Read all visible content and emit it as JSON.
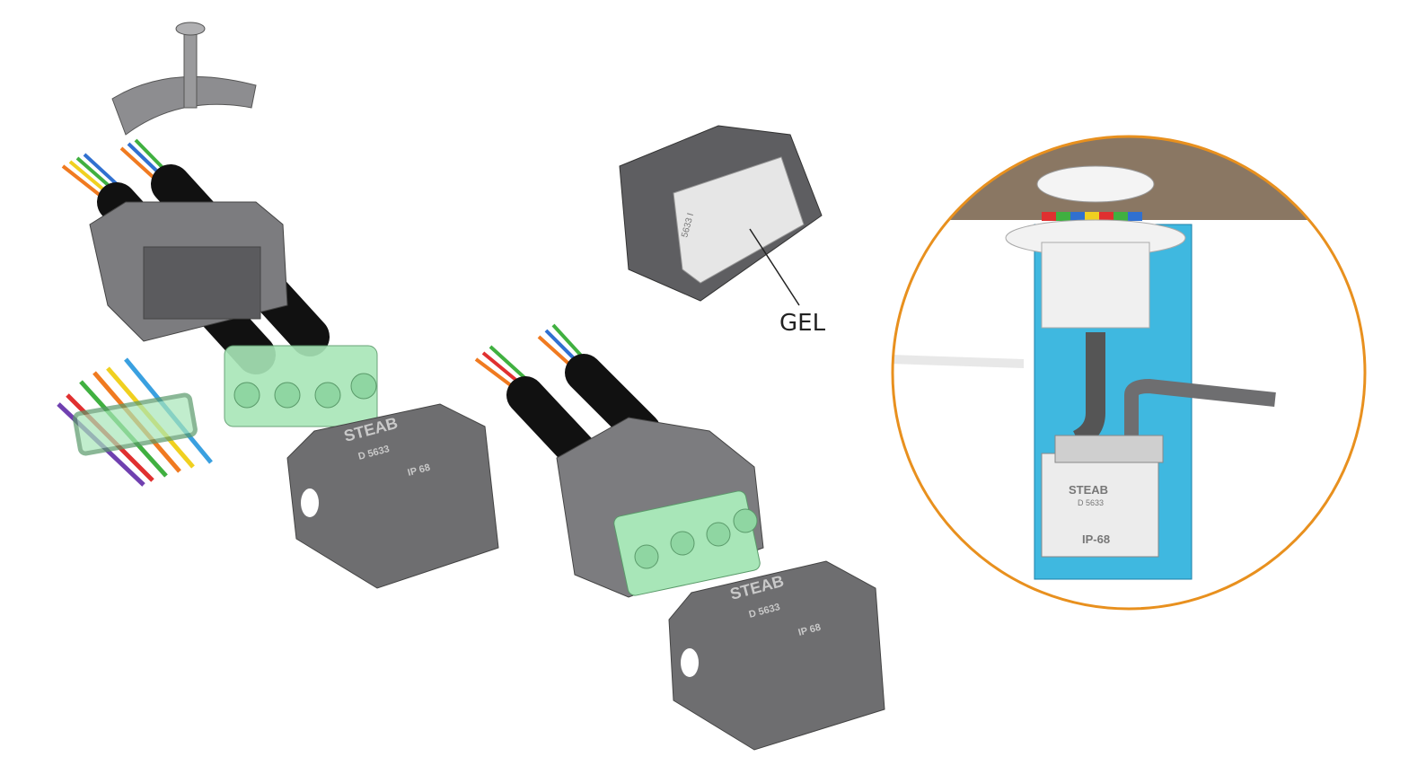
{
  "callout": {
    "gel_label": "GEL"
  },
  "housing": {
    "brand": "STEAB",
    "model": "D 5633",
    "rating": "IP 68",
    "inset_rating": "IP-68",
    "inner_code": "5633 I"
  },
  "colors": {
    "housing": "#6e6e70",
    "cable": "#111111",
    "connector": "#9fe0b0",
    "circle": "#e8901e",
    "water": "#3fb8e0",
    "ground": "#8a7763"
  }
}
